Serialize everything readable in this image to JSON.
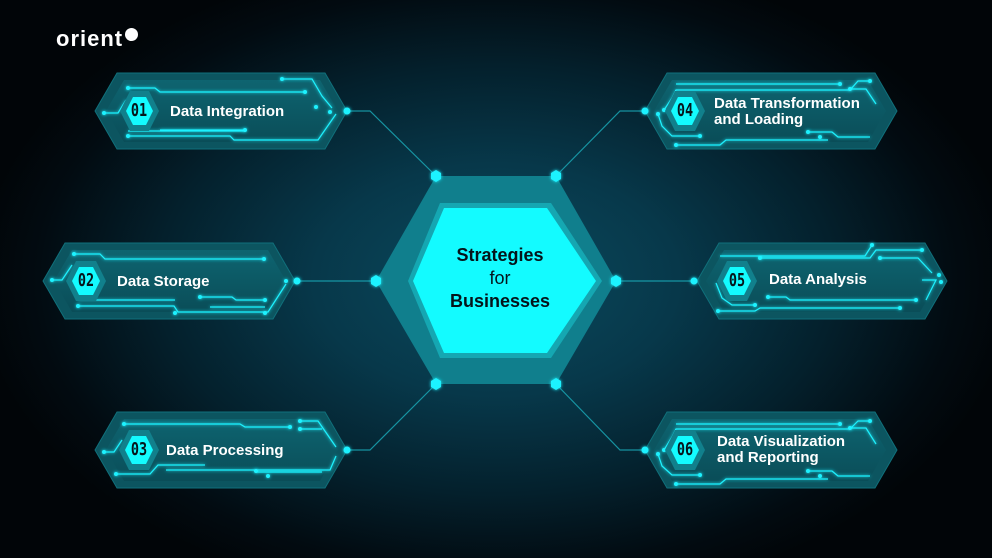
{
  "brand": {
    "name": "orient",
    "dot": "logo-dot"
  },
  "center": {
    "line1": "Strategies",
    "line2": "for",
    "line3": "Businesses"
  },
  "colors": {
    "background_dark": "#02060a",
    "background_glow": "#0a4a5e",
    "panel_fill": "#0d5a66",
    "panel_border": "#137680",
    "accent_cyan": "#1ff2ff",
    "center_fill": "#13fbff",
    "center_ring": "#128a97",
    "text_light": "#ffffff",
    "text_dark": "#05141a"
  },
  "strategies": [
    {
      "number": "01",
      "title": "Data Integration",
      "title2": ""
    },
    {
      "number": "02",
      "title": "Data Storage",
      "title2": ""
    },
    {
      "number": "03",
      "title": "Data Processing",
      "title2": ""
    },
    {
      "number": "04",
      "title": "Data Transformation",
      "title2": "and Loading"
    },
    {
      "number": "05",
      "title": "Data Analysis",
      "title2": ""
    },
    {
      "number": "06",
      "title": "Data Visualization",
      "title2": "and Reporting"
    }
  ]
}
